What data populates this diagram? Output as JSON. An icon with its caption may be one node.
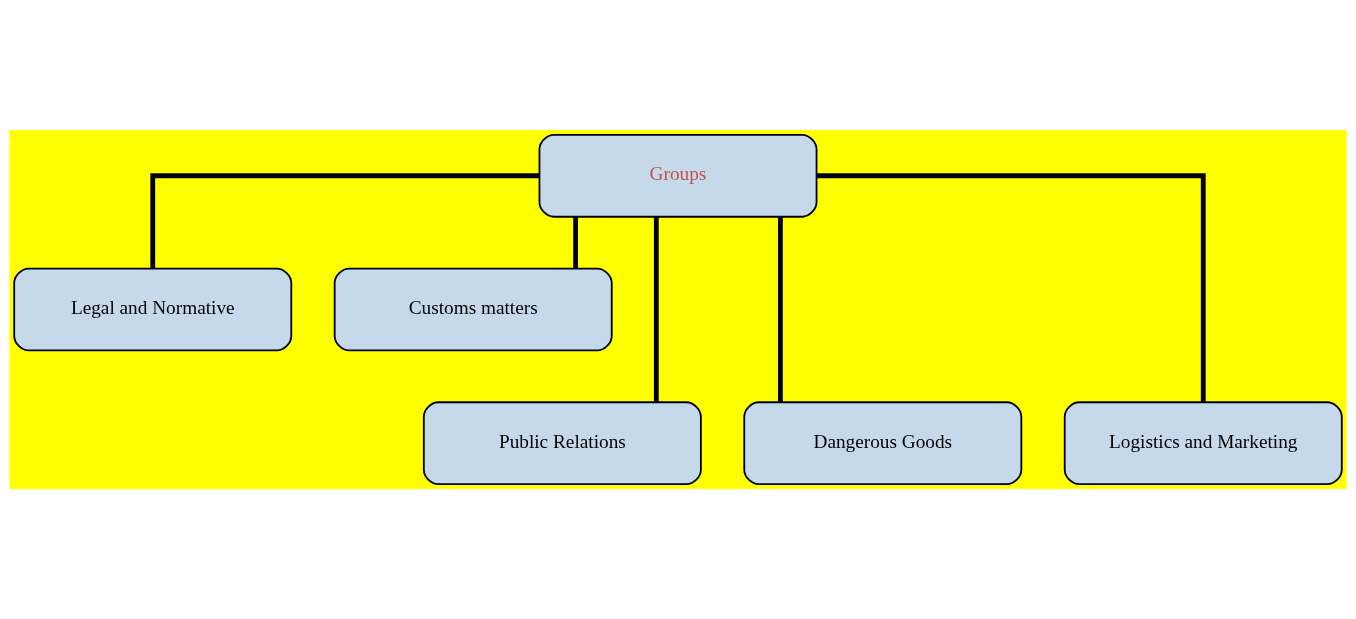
{
  "diagram": {
    "nodes": [
      {
        "text": [
          "Groups"
        ]
      },
      {
        "text": [
          "Legal and Normative"
        ]
      },
      {
        "text": [
          "Customs matters"
        ]
      },
      {
        "text": [
          "Public Relations"
        ]
      },
      {
        "text": [
          "Dangerous Goods"
        ]
      },
      {
        "text": [
          "Logistics and Marketing"
        ]
      }
    ],
    "edges": [
      {
        "from": 0,
        "to": 1,
        "arrow": "none"
      },
      {
        "from": 0,
        "to": 2,
        "arrow": "none"
      },
      {
        "from": 0,
        "to": 3,
        "arrow": "none"
      },
      {
        "from": 0,
        "to": 4,
        "arrow": "none"
      },
      {
        "from": 0,
        "to": 5,
        "arrow": "none"
      }
    ]
  }
}
